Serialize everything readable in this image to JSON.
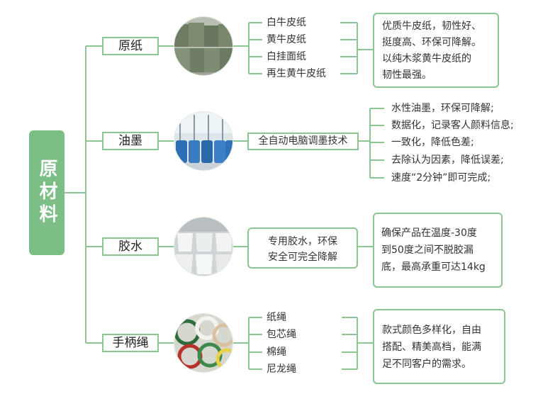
{
  "root": {
    "label": "原材料"
  },
  "sections": [
    {
      "id": "paper",
      "category": "原纸",
      "image_icon": "paper-roll-stack-photo",
      "items": [
        "白牛皮纸",
        "黄牛皮纸",
        "白挂面纸",
        "再生黄牛皮纸"
      ],
      "description": [
        "优质牛皮纸，韧性好、",
        "挺度高、环保可降解。",
        "以纯木浆黄牛皮纸的",
        "韧性最强。"
      ]
    },
    {
      "id": "ink",
      "category": "油墨",
      "image_icon": "ink-barrels-photo",
      "items": [
        "全自动电脑调墨技术"
      ],
      "description": [
        "水性油墨，环保可降解;",
        "数据化，记录客人颜料信息;",
        "一致化，降低色差;",
        "去除认为因素，降低误差;",
        "速度“2分钟”即可完成;"
      ]
    },
    {
      "id": "glue",
      "category": "胶水",
      "image_icon": "glue-buckets-photo",
      "items": [
        "专用胶水，环保",
        "安全可完全降解"
      ],
      "description": [
        "确保产品在温度-30度",
        "到50度之间不脱胶漏",
        "底，最高承重可达14kg"
      ]
    },
    {
      "id": "rope",
      "category": "手柄绳",
      "image_icon": "rope-coils-photo",
      "items": [
        "纸绳",
        "包芯绳",
        "棉绳",
        "尼龙绳"
      ],
      "description": [
        "款式颜色多样化，自由",
        "搭配、精美高档，能满",
        "足不同客户的需求。"
      ]
    }
  ],
  "colors": {
    "accent": "#7cbf86",
    "border": "#8cc594",
    "line": "#8cc594",
    "text": "#333333"
  }
}
